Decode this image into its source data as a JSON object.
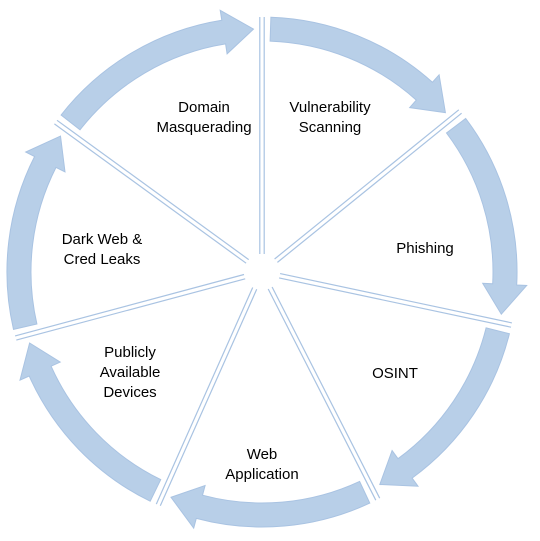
{
  "colors": {
    "ring_fill": "#b8cfe8",
    "ring_stroke": "#a9c3e2",
    "spoke": "#a9c3e2",
    "background": "#ffffff",
    "text": "#000000"
  },
  "segments": [
    {
      "id": "vulnerability-scanning",
      "lines": [
        "Vulnerability",
        "Scanning"
      ]
    },
    {
      "id": "phishing",
      "lines": [
        "Phishing"
      ]
    },
    {
      "id": "osint",
      "lines": [
        "OSINT"
      ]
    },
    {
      "id": "web-application",
      "lines": [
        "Web",
        "Application"
      ]
    },
    {
      "id": "publicly-available-devices",
      "lines": [
        "Publicly",
        "Available",
        "Devices"
      ]
    },
    {
      "id": "dark-web-cred-leaks",
      "lines": [
        "Dark Web &",
        "Cred Leaks"
      ]
    },
    {
      "id": "domain-masquerading",
      "lines": [
        "Domain",
        "Masquerading"
      ]
    }
  ]
}
